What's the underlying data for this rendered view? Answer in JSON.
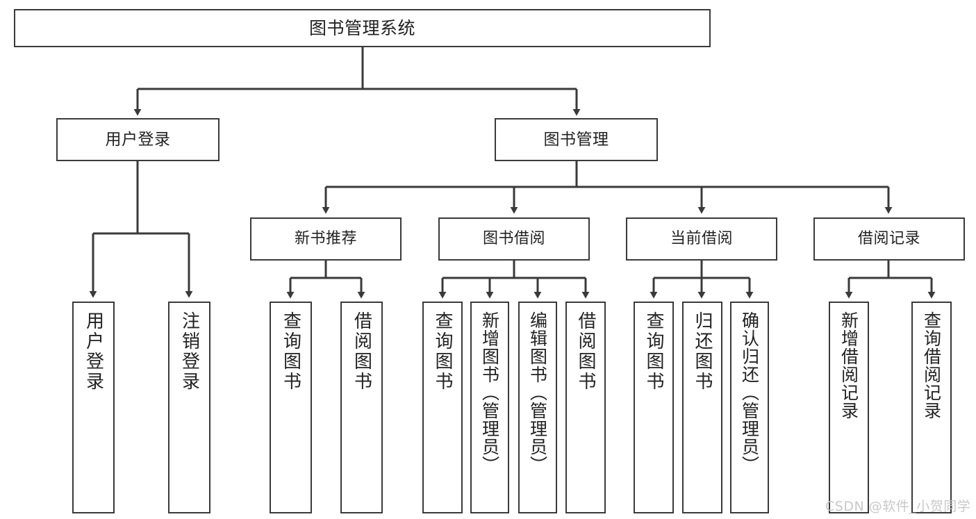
{
  "diagram": {
    "type": "tree",
    "title": "图书管理系统",
    "orientation": "top-down",
    "box_fill": "#ffffff",
    "box_stroke": "#3a3a3a",
    "text_color": "#222222",
    "root": {
      "id": "root",
      "label": "图书管理系统"
    },
    "level1": [
      {
        "id": "user-login",
        "label": "用户登录"
      },
      {
        "id": "book-manage",
        "label": "图书管理"
      }
    ],
    "level2": [
      {
        "id": "new-book-recommend",
        "label": "新书推荐",
        "parent": "book-manage"
      },
      {
        "id": "book-borrow",
        "label": "图书借阅",
        "parent": "book-manage"
      },
      {
        "id": "current-borrow",
        "label": "当前借阅",
        "parent": "book-manage"
      },
      {
        "id": "borrow-record",
        "label": "借阅记录",
        "parent": "book-manage"
      }
    ],
    "leaves": [
      {
        "id": "leaf-user-login",
        "label": "用户登录",
        "parent": "user-login"
      },
      {
        "id": "leaf-logout-login",
        "label": "注销登录",
        "parent": "user-login"
      },
      {
        "id": "leaf-query-book-1",
        "label": "查询图书",
        "parent": "new-book-recommend"
      },
      {
        "id": "leaf-borrow-book-1",
        "label": "借阅图书",
        "parent": "new-book-recommend"
      },
      {
        "id": "leaf-query-book-2",
        "label": "查询图书",
        "parent": "book-borrow"
      },
      {
        "id": "leaf-add-book",
        "label": "新增图书（管理员）",
        "parent": "book-borrow"
      },
      {
        "id": "leaf-edit-book",
        "label": "编辑图书（管理员）",
        "parent": "book-borrow"
      },
      {
        "id": "leaf-borrow-book-2",
        "label": "借阅图书",
        "parent": "book-borrow"
      },
      {
        "id": "leaf-query-book-3",
        "label": "查询图书",
        "parent": "current-borrow"
      },
      {
        "id": "leaf-return-book",
        "label": "归还图书",
        "parent": "current-borrow"
      },
      {
        "id": "leaf-confirm-return",
        "label": "确认归还（管理员）",
        "parent": "current-borrow"
      },
      {
        "id": "leaf-add-record",
        "label": "新增借阅记录",
        "parent": "borrow-record"
      },
      {
        "id": "leaf-query-record",
        "label": "查询借阅记录",
        "parent": "borrow-record"
      }
    ]
  },
  "watermark": {
    "text": "CSDN @软件_小贺同学"
  }
}
